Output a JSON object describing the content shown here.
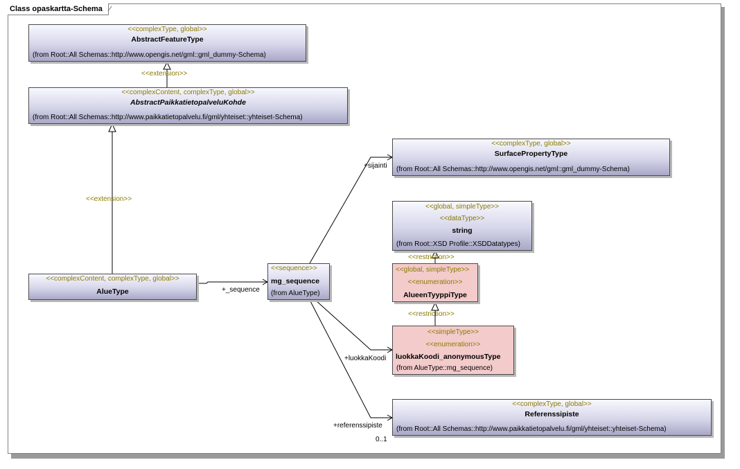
{
  "frame": {
    "title": "Class opaskartta-Schema"
  },
  "classes": {
    "abstract_feature_type": {
      "stereotype": "<<complexType, global>>",
      "name": "AbstractFeatureType",
      "from": "(from Root::All Schemas::http://www.opengis.net/gml::gml_dummy-Schema)"
    },
    "abstract_paikkatieto": {
      "stereotype": "<<complexContent, complexType, global>>",
      "name": "AbstractPaikkatietopalveluKohde",
      "from": "(from Root::All Schemas::http://www.paikkatietopalvelu.fi/gml/yhteiset::yhteiset-Schema)"
    },
    "surface_property_type": {
      "stereotype": "<<complexType, global>>",
      "name": "SurfacePropertyType",
      "from": "(from Root::All Schemas::http://www.opengis.net/gml::gml_dummy-Schema)"
    },
    "string_type": {
      "stereotype": "<<global, simpleType>>",
      "stereotype2": "<<dataType>>",
      "name": "string",
      "from": "(from Root::XSD Profile::XSDDatatypes)"
    },
    "alue_type": {
      "stereotype": "<<complexContent, complexType, global>>",
      "name": "AlueType"
    },
    "mg_sequence": {
      "stereotype": "<<sequence>>",
      "name": "mg_sequence",
      "from": "(from AlueType)"
    },
    "alueen_tyyppi_type": {
      "stereotype": "<<global, simpleType>>",
      "stereotype2": "<<enumeration>>",
      "name": "AlueenTyyppiType"
    },
    "luokka_koodi": {
      "stereotype": "<<simpleType>>",
      "stereotype2": "<<enumeration>>",
      "name": "luokkaKoodi_anonymousType",
      "from": "(from AlueType::mg_sequence)"
    },
    "referenssipiste": {
      "stereotype": "<<complexType, global>>",
      "name": "Referenssipiste",
      "from": "(from Root::All Schemas::http://www.paikkatietopalvelu.fi/gml/yhteiset::yhteiset-Schema)"
    }
  },
  "labels": {
    "extension_top": "<<extension>>",
    "extension_mid": "<<extension>>",
    "restriction_top": "<<restriction>>",
    "restriction_bottom": "<<restriction>>",
    "role_sequence": "+_sequence",
    "role_sijainti": "+sijainti",
    "role_luokka_koodi": "+luokkaKoodi",
    "role_referenssipiste": "+referenssipiste",
    "mult_referenssipiste": "0..1"
  },
  "colors": {
    "stereotype_text": "#8a7a00",
    "class_fill_gradient_end": "#a8a8c8",
    "enumeration_fill": "#f3cbcb"
  }
}
